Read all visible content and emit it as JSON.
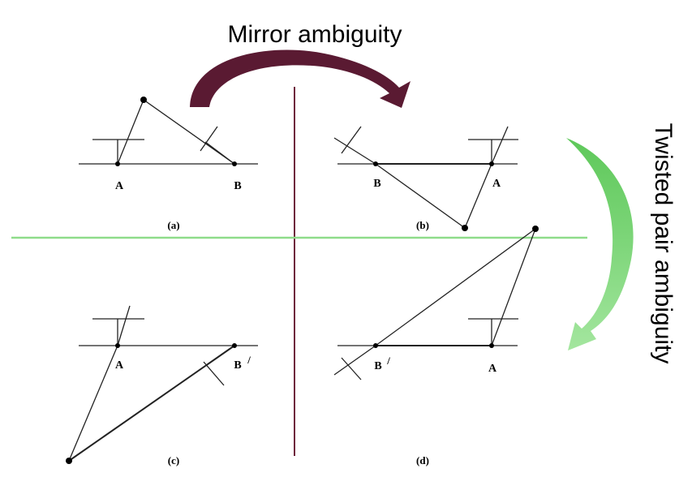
{
  "title_top": "Mirror ambiguity",
  "title_side": "Twisted pair ambiguity",
  "colors": {
    "mirror_arrow": "#5a1a32",
    "twist_arrow": "#7ed67a",
    "vertical_divider": "#6e1f3c",
    "horizontal_divider": "#8fdc8a"
  },
  "panels": {
    "a": {
      "caption": "(a)",
      "label_left": "A",
      "label_right": "B"
    },
    "b": {
      "caption": "(b)",
      "label_left": "B",
      "label_right": "A"
    },
    "c": {
      "caption": "(c)",
      "label_left": "A",
      "label_right": "B",
      "label_right_prime": "/"
    },
    "d": {
      "caption": "(d)",
      "label_left": "B",
      "label_left_prime": "/",
      "label_right": "A"
    }
  }
}
